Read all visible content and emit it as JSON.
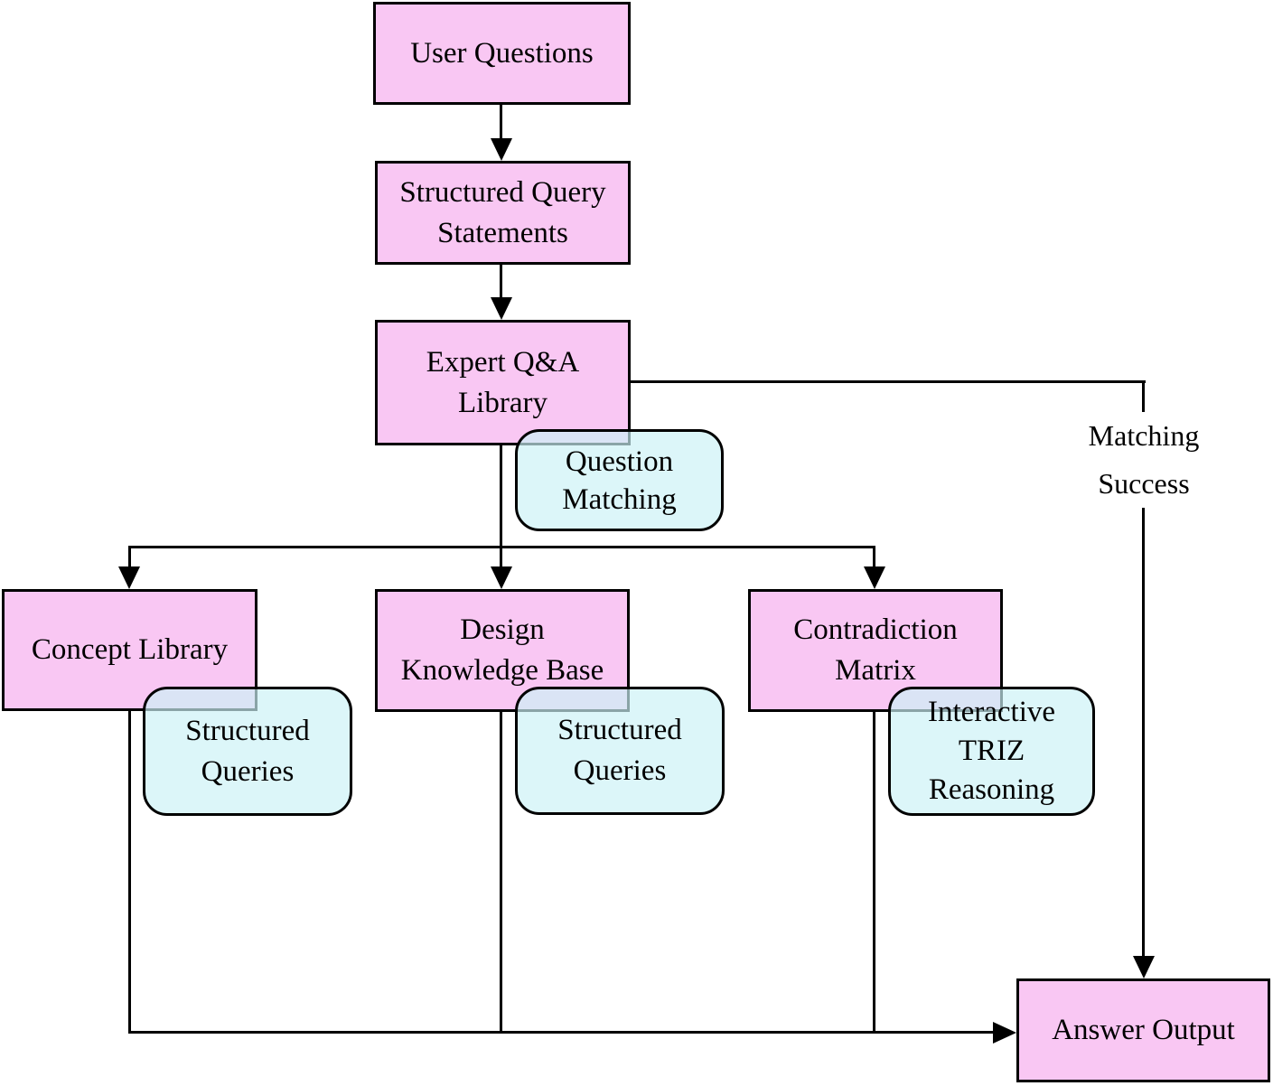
{
  "diagram": {
    "colors": {
      "process_fill": "#f9c7f3",
      "annotation_fill": "#ddf4f6",
      "annotation_fill_rgba": "rgba(203,241,246,0.68)",
      "border": "#000000",
      "line": "#000000",
      "background": "#ffffff"
    },
    "nodes": {
      "user_questions": {
        "line1": "User Questions"
      },
      "structured_query_statements": {
        "line1": "Structured Query",
        "line2": "Statements"
      },
      "expert_qa_library": {
        "line1": "Expert Q&A",
        "line2": "Library"
      },
      "concept_library": {
        "line1": "Concept Library"
      },
      "design_knowledge_base": {
        "line1": "Design",
        "line2": "Knowledge Base"
      },
      "contradiction_matrix": {
        "line1": "Contradiction",
        "line2": "Matrix"
      },
      "answer_output": {
        "line1": "Answer Output"
      }
    },
    "annotations": {
      "question_matching": {
        "line1": "Question",
        "line2": "Matching"
      },
      "structured_queries_left": {
        "line1": "Structured",
        "line2": "Queries"
      },
      "structured_queries_mid": {
        "line1": "Structured",
        "line2": "Queries"
      },
      "interactive_triz_reasoning": {
        "line1": "Interactive",
        "line2": "TRIZ",
        "line3": "Reasoning"
      }
    },
    "edge_labels": {
      "matching_success": {
        "line1": "Matching",
        "line2": "Success"
      }
    }
  }
}
